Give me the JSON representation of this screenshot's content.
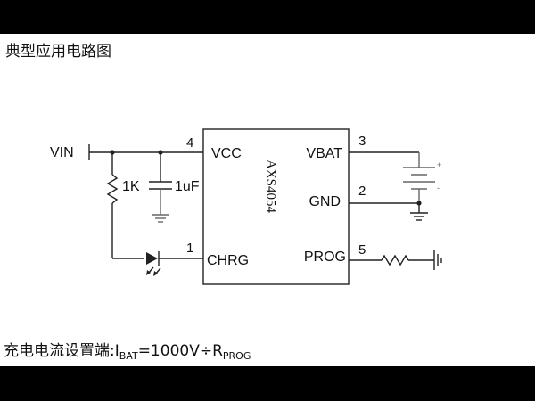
{
  "title": "典型应用电路图",
  "diagram": {
    "input_label": "VIN",
    "resistor_label": "1K",
    "capacitor_label": "1uF",
    "chip_name": "AXS4054",
    "pins": {
      "vcc": {
        "number": "4",
        "name": "VCC"
      },
      "chrg": {
        "number": "1",
        "name": "CHRG"
      },
      "vbat": {
        "number": "3",
        "name": "VBAT"
      },
      "gnd": {
        "number": "2",
        "name": "GND"
      },
      "prog": {
        "number": "5",
        "name": "PROG"
      }
    },
    "battery_plus": "+",
    "battery_minus": "-"
  },
  "formula": {
    "prefix": "充电电流设置端:",
    "i": "I",
    "i_sub": "BAT",
    "middle": "=1000V÷R",
    "r_sub": "PROG"
  },
  "colors": {
    "ink": "#222222",
    "gray": "#666666",
    "frame": "#000000"
  }
}
